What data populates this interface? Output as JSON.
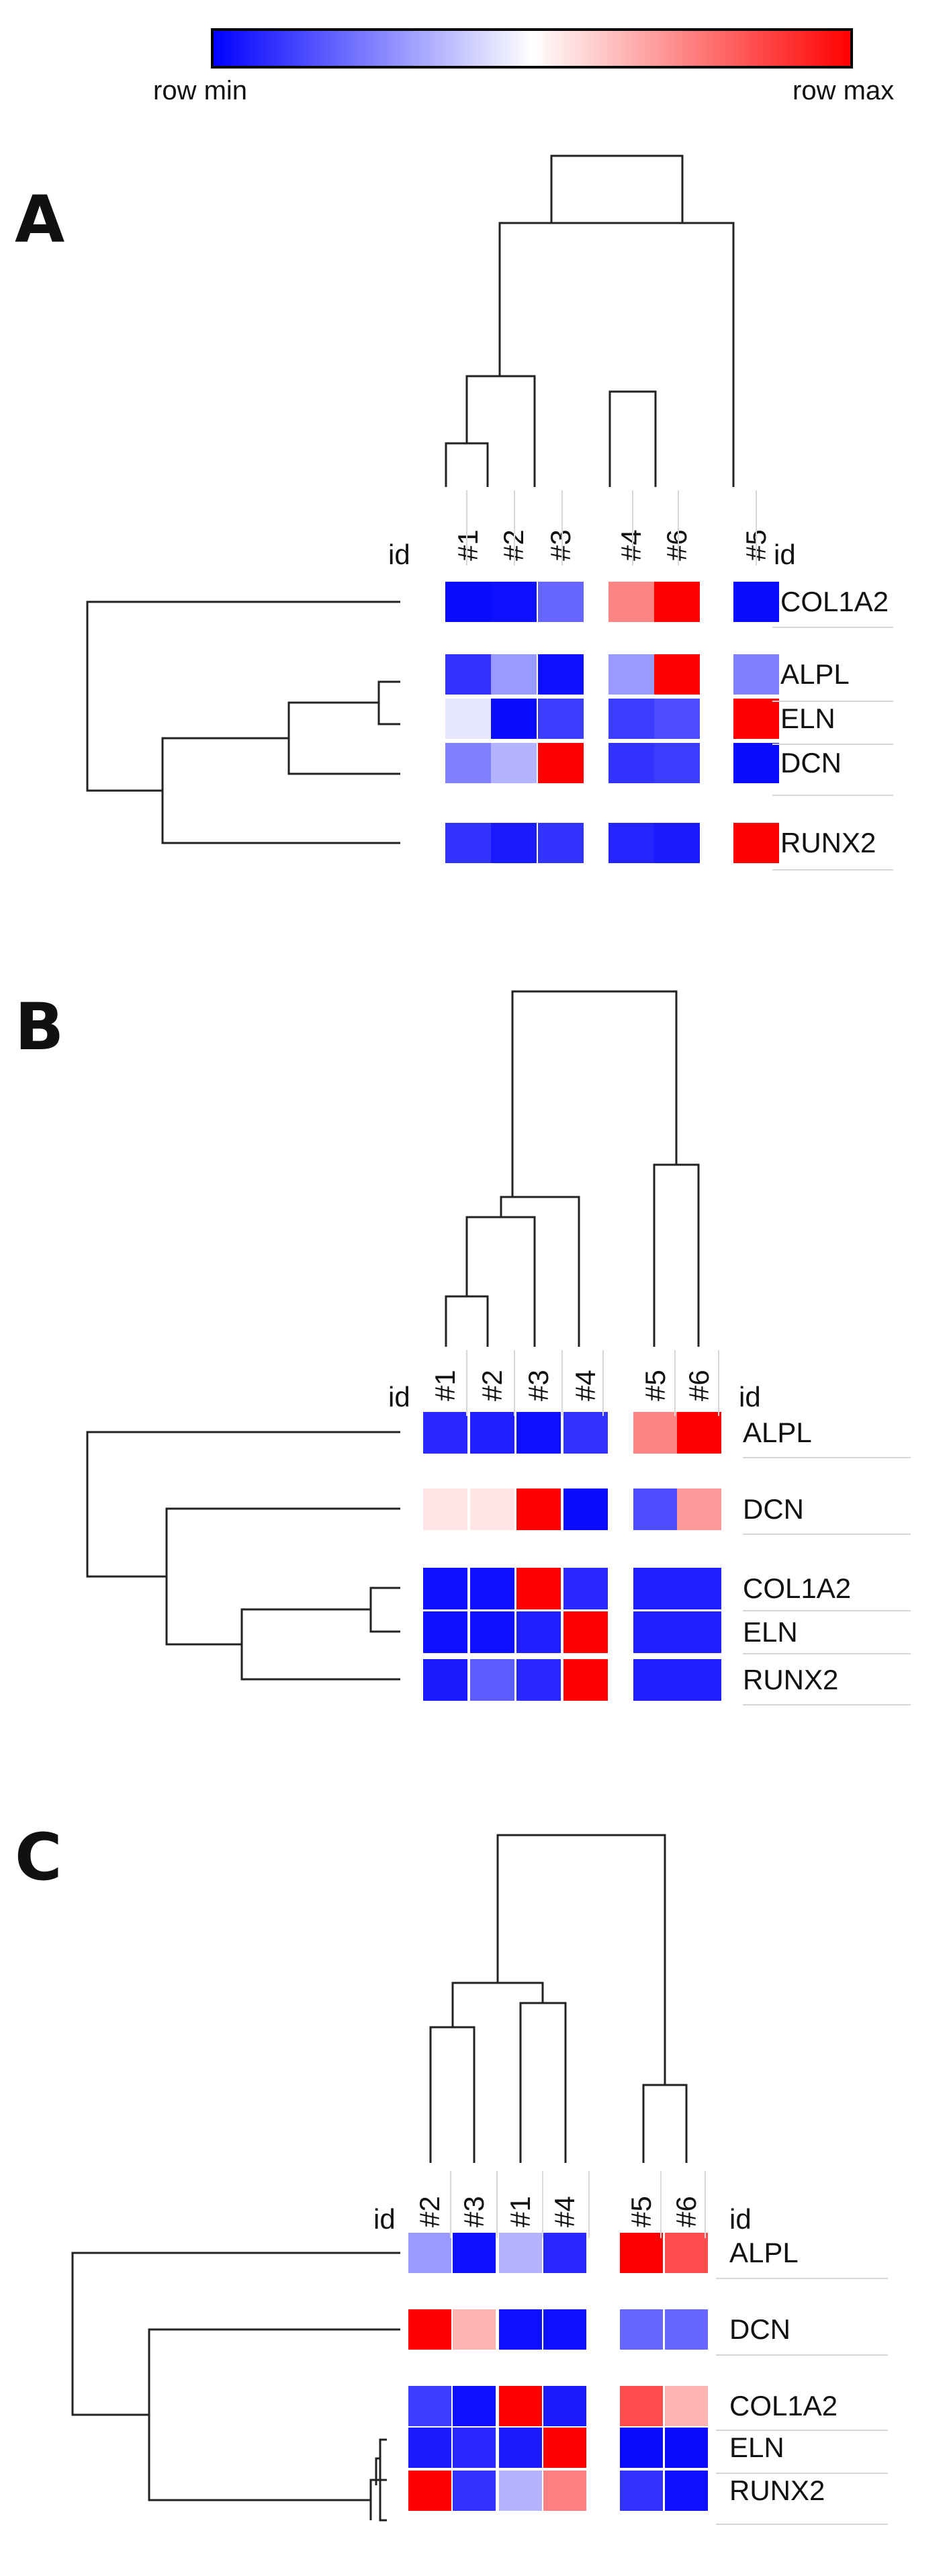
{
  "legend": {
    "min_label": "row min",
    "max_label": "row max",
    "min_color": "#0000ff",
    "mid_color": "#ffffff",
    "max_color": "#ff0000"
  },
  "chart_data": [
    {
      "type": "heatmap",
      "panel": "A",
      "id_label": "id",
      "columns": [
        "#1",
        "#2",
        "#3",
        "#4",
        "#6",
        "#5"
      ],
      "column_groups": [
        [
          "#1",
          "#2",
          "#3"
        ],
        [
          "#4",
          "#6"
        ],
        [
          "#5"
        ]
      ],
      "rows": [
        "COL1A2",
        "ALPL",
        "ELN",
        "DCN",
        "RUNX2"
      ],
      "row_groups": [
        [
          "COL1A2"
        ],
        [
          "ALPL",
          "ELN",
          "DCN"
        ],
        [
          "RUNX2"
        ]
      ],
      "values": [
        [
          0.02,
          0.03,
          0.2,
          0.74,
          1.0,
          0.02
        ],
        [
          0.1,
          0.3,
          0.03,
          0.3,
          1.0,
          0.25
        ],
        [
          0.45,
          0.02,
          0.12,
          0.12,
          0.15,
          1.0
        ],
        [
          0.25,
          0.35,
          1.0,
          0.1,
          0.12,
          0.02
        ],
        [
          0.1,
          0.05,
          0.1,
          0.07,
          0.05,
          1.0
        ]
      ],
      "value_scale": "0 = row min, 1 = row max"
    },
    {
      "type": "heatmap",
      "panel": "B",
      "id_label": "id",
      "columns": [
        "#1",
        "#2",
        "#3",
        "#4",
        "#5",
        "#6"
      ],
      "column_groups": [
        [
          "#1",
          "#2",
          "#3",
          "#4"
        ],
        [
          "#5",
          "#6"
        ]
      ],
      "rows": [
        "ALPL",
        "DCN",
        "COL1A2",
        "ELN",
        "RUNX2"
      ],
      "row_groups": [
        [
          "ALPL"
        ],
        [
          "DCN"
        ],
        [
          "COL1A2",
          "ELN",
          "RUNX2"
        ]
      ],
      "values": [
        [
          0.08,
          0.06,
          0.03,
          0.1,
          0.74,
          1.0
        ],
        [
          0.55,
          0.55,
          1.0,
          0.02,
          0.15,
          0.7
        ],
        [
          0.03,
          0.03,
          1.0,
          0.08,
          0.06,
          0.06
        ],
        [
          0.03,
          0.03,
          0.06,
          1.0,
          0.06,
          0.06
        ],
        [
          0.05,
          0.18,
          0.08,
          1.0,
          0.06,
          0.06
        ]
      ],
      "value_scale": "0 = row min, 1 = row max"
    },
    {
      "type": "heatmap",
      "panel": "C",
      "id_label": "id",
      "columns": [
        "#2",
        "#3",
        "#1",
        "#4",
        "#5",
        "#6"
      ],
      "column_groups": [
        [
          "#2",
          "#3",
          "#1",
          "#4"
        ],
        [
          "#5",
          "#6"
        ]
      ],
      "rows": [
        "ALPL",
        "DCN",
        "COL1A2",
        "ELN",
        "RUNX2"
      ],
      "row_groups": [
        [
          "ALPL"
        ],
        [
          "DCN"
        ],
        [
          "COL1A2",
          "ELN",
          "RUNX2"
        ]
      ],
      "values": [
        [
          0.3,
          0.03,
          0.35,
          0.08,
          1.0,
          0.85
        ],
        [
          1.0,
          0.65,
          0.03,
          0.03,
          0.2,
          0.2
        ],
        [
          0.12,
          0.03,
          1.0,
          0.05,
          0.85,
          0.65
        ],
        [
          0.05,
          0.08,
          0.05,
          1.0,
          0.02,
          0.02
        ],
        [
          1.0,
          0.1,
          0.35,
          0.75,
          0.1,
          0.03
        ]
      ],
      "value_scale": "0 = row min, 1 = row max"
    }
  ]
}
